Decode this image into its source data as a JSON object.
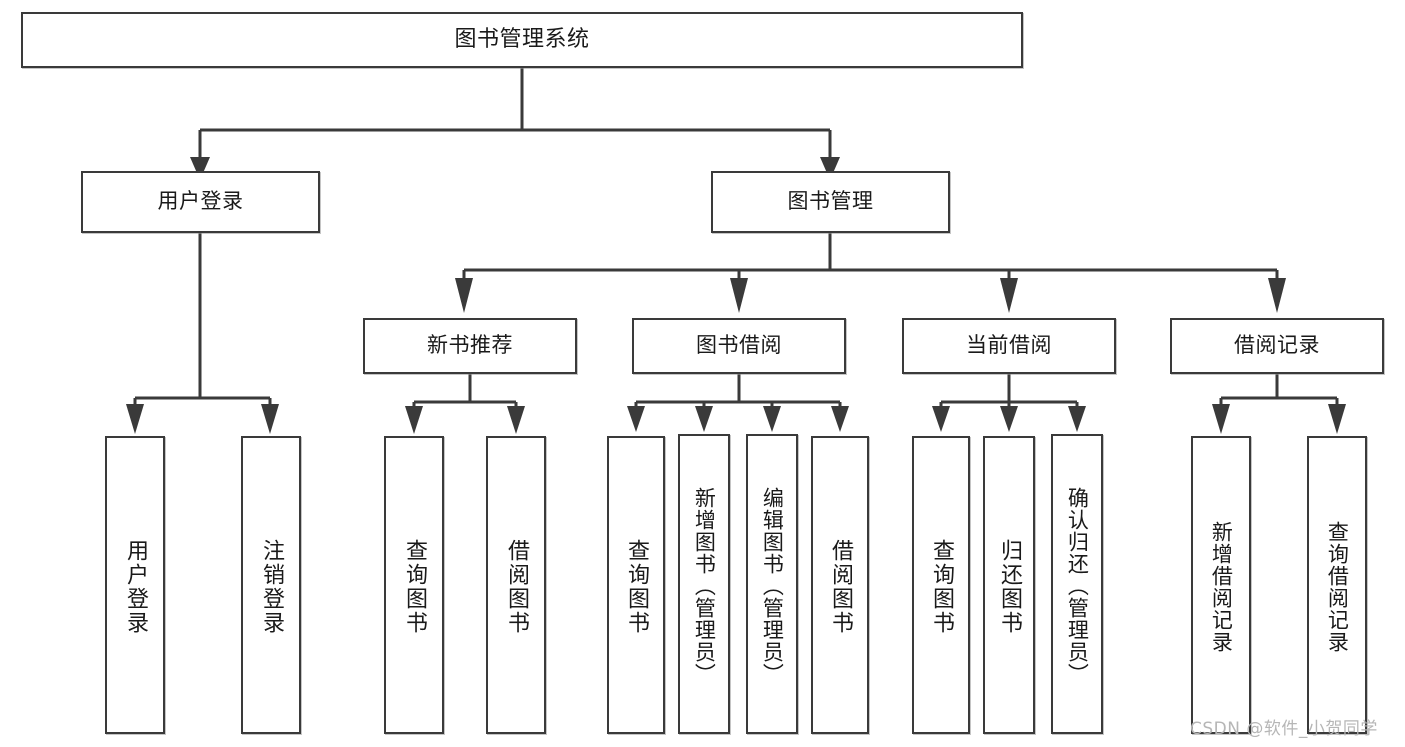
{
  "diagram": {
    "title": "图书管理系统",
    "type": "tree-hierarchy-chart",
    "watermark": "CSDN @软件_小贺同学",
    "stroke_color": "#3a3a3a",
    "background_color": "#ffffff",
    "text_color": "#1a1a1a"
  },
  "nodes": {
    "root": {
      "label": "图书管理系统"
    },
    "level2": [
      {
        "label": "用户登录"
      },
      {
        "label": "图书管理"
      }
    ],
    "level3": [
      {
        "label": "新书推荐"
      },
      {
        "label": "图书借阅"
      },
      {
        "label": "当前借阅"
      },
      {
        "label": "借阅记录"
      }
    ],
    "leaves": {
      "user_login": [
        {
          "label": "用户登录"
        },
        {
          "label": "注销登录"
        }
      ],
      "new_book_recommend": [
        {
          "label": "查询图书"
        },
        {
          "label": "借阅图书"
        }
      ],
      "book_borrow": [
        {
          "label": "查询图书"
        },
        {
          "label": "新增图书（管理员）"
        },
        {
          "label": "编辑图书（管理员）"
        },
        {
          "label": "借阅图书"
        }
      ],
      "current_borrow": [
        {
          "label": "查询图书"
        },
        {
          "label": "归还图书"
        },
        {
          "label": "确认归还（管理员）"
        }
      ],
      "borrow_record": [
        {
          "label": "新增借阅记录"
        },
        {
          "label": "查询借阅记录"
        }
      ]
    }
  }
}
